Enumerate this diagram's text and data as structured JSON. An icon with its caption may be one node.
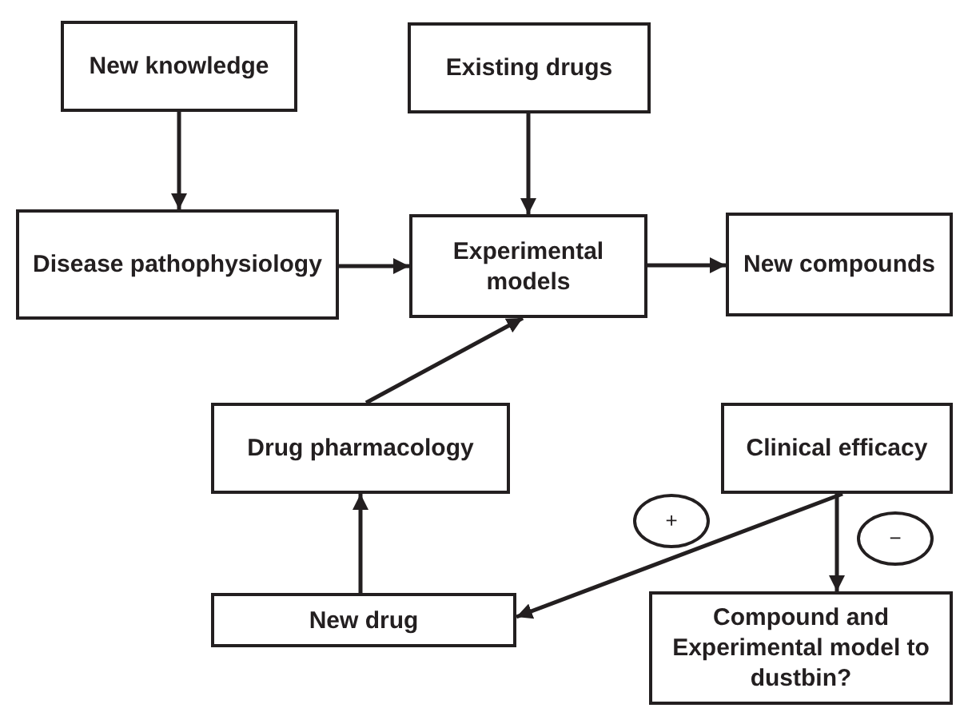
{
  "diagram": {
    "nodes": [
      {
        "text": [
          "New knowledge"
        ]
      },
      {
        "text": [
          "Existing drugs"
        ]
      },
      {
        "text": [
          "Disease pathophysiology"
        ]
      },
      {
        "text": [
          "Experimental models"
        ]
      },
      {
        "text": [
          "New compounds"
        ]
      },
      {
        "text": [
          "Drug pharmacology"
        ]
      },
      {
        "text": [
          "Clinical efficacy"
        ]
      },
      {
        "text": [
          "New drug"
        ]
      },
      {
        "text": [
          "Compound and Experimental model to dustbin?"
        ]
      }
    ],
    "edges": [
      {
        "from": 0,
        "to": 2,
        "arrow": "to"
      },
      {
        "from": 1,
        "to": 3,
        "arrow": "to"
      },
      {
        "from": 2,
        "to": 3,
        "arrow": "to"
      },
      {
        "from": 3,
        "to": 4,
        "arrow": "to"
      },
      {
        "from": 5,
        "to": 3,
        "arrow": "to"
      },
      {
        "from": 6,
        "to": 8,
        "arrow": "to",
        "label": "−"
      },
      {
        "from": 6,
        "to": 7,
        "arrow": "to",
        "label": "+"
      },
      {
        "from": 7,
        "to": 5,
        "arrow": "to"
      }
    ]
  }
}
